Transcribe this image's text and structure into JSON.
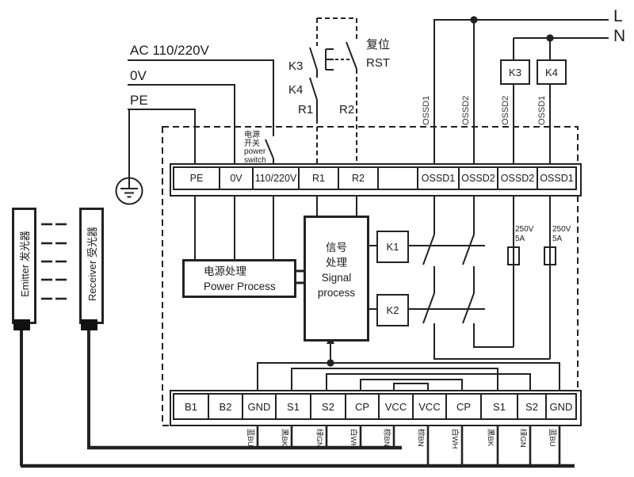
{
  "diagram": {
    "supply": {
      "ac": "AC 110/220V",
      "zero_v": "0V",
      "pe": "PE"
    },
    "mains": {
      "line": "L",
      "neutral": "N"
    },
    "reset": {
      "k3": "K3",
      "k4": "K4",
      "r1": "R1",
      "r2": "R2",
      "label_cn": "复位",
      "label_en": "RST"
    },
    "power_switch": {
      "line1": "电源",
      "line2": "开关",
      "line3": "power",
      "line4": "switch"
    },
    "relays": {
      "k1": "K1",
      "k2": "K2",
      "k3": "K3",
      "k4": "K4"
    },
    "fuse": {
      "voltage": "250V",
      "current": "5A"
    },
    "ossd_wires": [
      "OSSD1",
      "OSSD2",
      "OSSD2",
      "OSSD1"
    ],
    "terminals_top": [
      "PE",
      "0V",
      "110/220V",
      "R1",
      "R2",
      "",
      "OSSD1",
      "OSSD2",
      "OSSD2",
      "OSSD1"
    ],
    "terminals_bottom": [
      "B1",
      "B2",
      "GND",
      "S1",
      "S2",
      "CP",
      "VCC",
      "VCC",
      "CP",
      "S1",
      "S2",
      "GND"
    ],
    "blocks": {
      "power_cn": "电源处理",
      "power_en": "Power Process",
      "signal_cn_1": "信号",
      "signal_cn_2": "处理",
      "signal_en_1": "Signal",
      "signal_en_2": "process"
    },
    "devices": {
      "emitter": "Emitter 发光器",
      "receiver": "Receiver 受光器"
    },
    "wire_colors_left": [
      "蓝BU",
      "黑BK",
      "绿GN",
      "白WH",
      "棕BN"
    ],
    "wire_colors_right": [
      "棕BN",
      "白WH",
      "黑BK",
      "绿GN",
      "蓝BU"
    ],
    "line_color": "#222222"
  }
}
